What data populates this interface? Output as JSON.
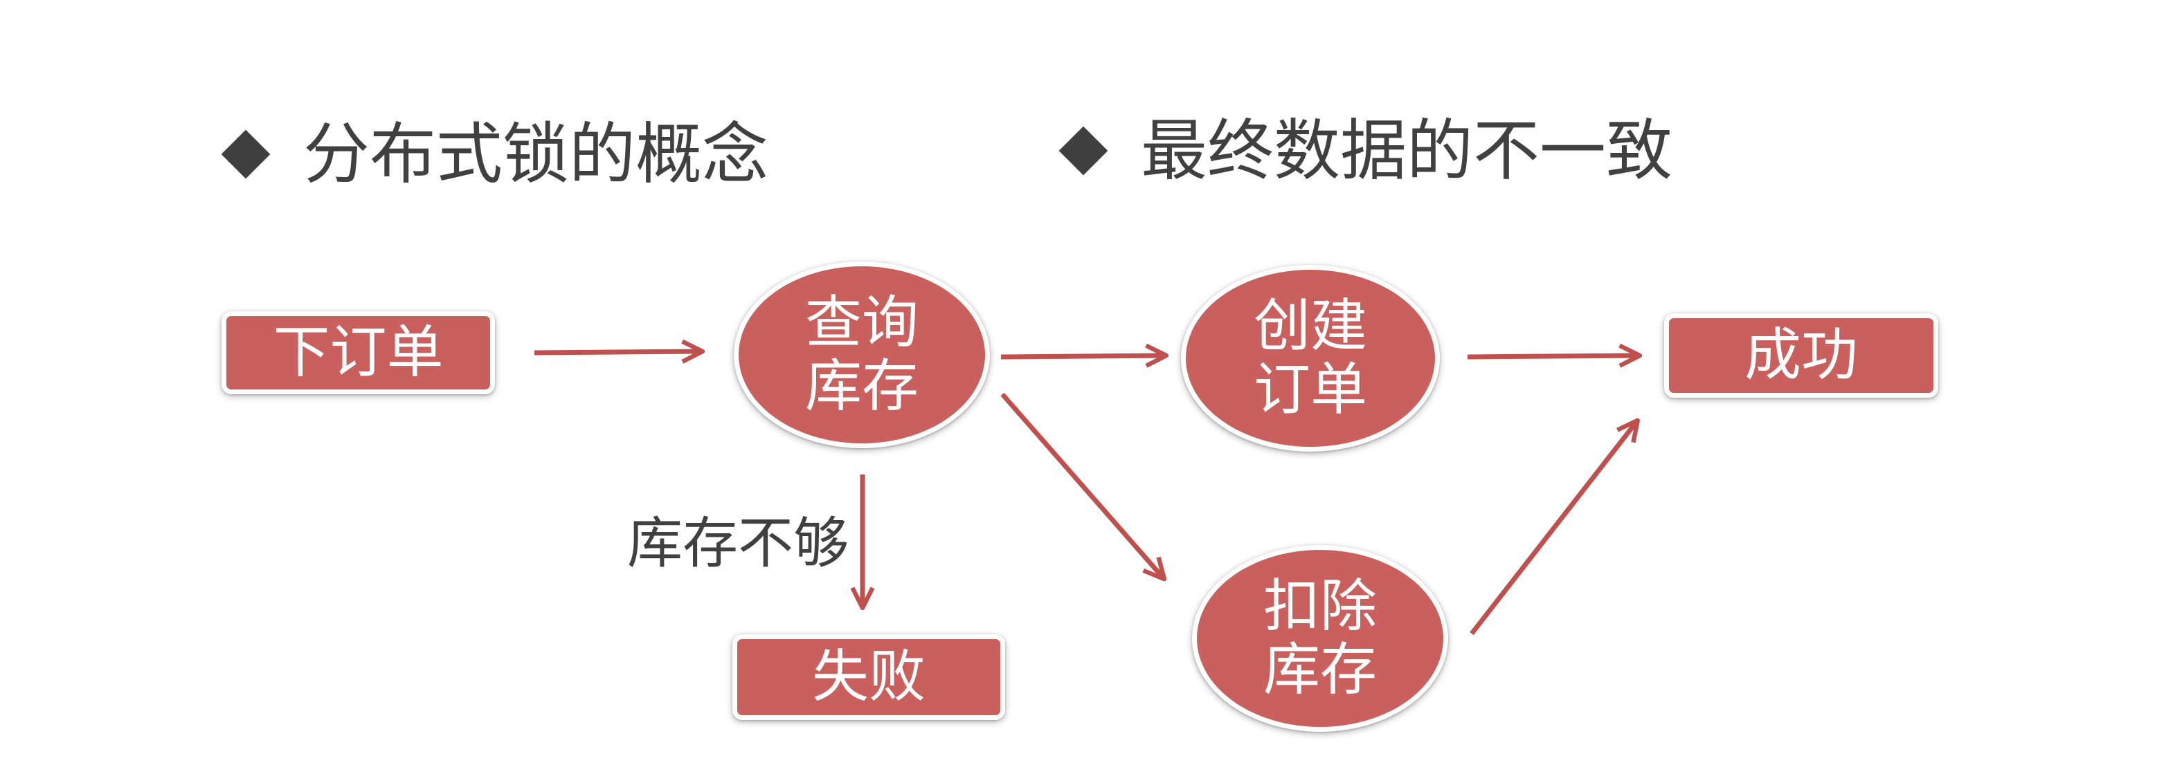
{
  "headings": {
    "left": "分布式锁的概念",
    "right": "最终数据的不一致"
  },
  "nodes": {
    "place_order": "下订单",
    "query_stock": "查询\n库存",
    "create_order": "创建\n订单",
    "success": "成功",
    "deduct_stock": "扣除\n库存",
    "fail": "失败"
  },
  "edge_labels": {
    "insufficient_stock": "库存不够"
  },
  "colors": {
    "node_fill": "#c9605d",
    "arrow": "#c0504d",
    "heading_text": "#404040"
  }
}
